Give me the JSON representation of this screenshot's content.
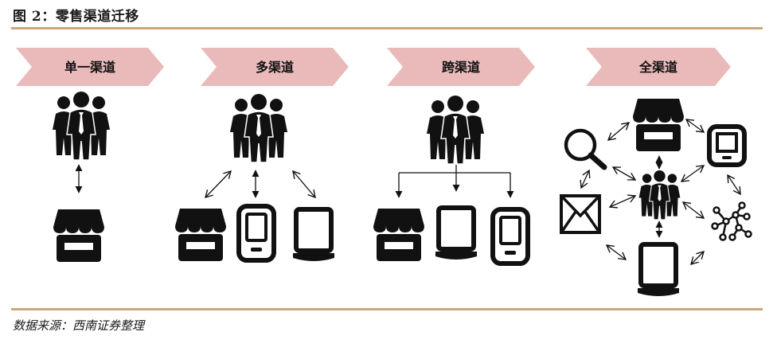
{
  "title": "图 2：零售渠道迁移",
  "source": "数据来源：西南证券整理",
  "colors": {
    "banner": "#eababb",
    "rule": "#c9a77c",
    "icon": "#111111"
  },
  "stages": [
    {
      "label": "单一渠道",
      "nodes": [
        "store-icon"
      ]
    },
    {
      "label": "多渠道",
      "nodes": [
        "store-icon",
        "mobile-icon",
        "monitor-icon"
      ]
    },
    {
      "label": "跨渠道",
      "nodes": [
        "store-icon",
        "monitor-icon",
        "mobile-icon"
      ]
    },
    {
      "label": "全渠道",
      "nodes": [
        "store-icon",
        "tablet-icon",
        "network-icon",
        "monitor-icon",
        "mail-icon",
        "search-icon"
      ]
    }
  ]
}
